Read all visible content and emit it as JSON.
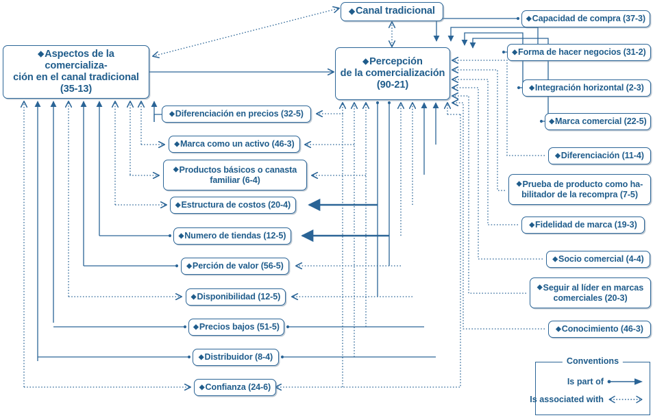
{
  "diagram": {
    "title": "Percepción de la comercialización — mapa conceptual",
    "colors": {
      "node_border": "#2A6496",
      "text": "#1F5C8B",
      "solid_edge": "#2A6496",
      "dotted_edge": "#2A6496",
      "shadow": "#8FA3B5",
      "background": "#FFFFFF"
    },
    "bullet": "♦"
  },
  "nodes": {
    "aspectos": {
      "label": "Aspectos de la comercializa-\nción en el canal tradicional\n(35-13)",
      "code": "35-13"
    },
    "canal_tradicional": {
      "label": "Canal tradicional",
      "code": ""
    },
    "percepcion": {
      "label": "Percepción\nde la comercialización\n(90-21)",
      "code": "90-21"
    },
    "left_column": [
      {
        "label": "Diferenciación en precios (32-5)",
        "code": "32-5"
      },
      {
        "label": "Marca como un activo (46-3)",
        "code": "46-3"
      },
      {
        "label": "Productos básicos o canasta\nfamiliar (6-4)",
        "code": "6-4"
      },
      {
        "label": "Estructura de costos (20-4)",
        "code": "20-4"
      },
      {
        "label": "Numero de tiendas (12-5)",
        "code": "12-5"
      },
      {
        "label": "Perción de valor (56-5)",
        "code": "56-5"
      },
      {
        "label": "Disponibilidad (12-5)",
        "code": "12-5"
      },
      {
        "label": "Precios bajos (51-5)",
        "code": "51-5"
      },
      {
        "label": "Distribuidor (8-4)",
        "code": "8-4"
      },
      {
        "label": "Confianza (24-6)",
        "code": "24-6"
      }
    ],
    "right_column": [
      {
        "label": "Capacidad de compra (37-3)",
        "code": "37-3"
      },
      {
        "label": "Forma de hacer negocios (31-2)",
        "code": "31-2"
      },
      {
        "label": "Integración horizontal (2-3)",
        "code": "2-3"
      },
      {
        "label": "Marca comercial (22-5)",
        "code": "22-5"
      },
      {
        "label": "Diferenciación (11-4)",
        "code": "11-4"
      },
      {
        "label": "Prueba de producto como ha-\nbilitador de la recompra (7-5)",
        "code": "7-5"
      },
      {
        "label": "Fidelidad de marca (19-3)",
        "code": "19-3"
      },
      {
        "label": "Socio comercial (4-4)",
        "code": "4-4"
      },
      {
        "label": "Seguir al líder en marcas\ncomerciales (20-3)",
        "code": "20-3"
      },
      {
        "label": "Conocimiento (46-3)",
        "code": "46-3"
      }
    ]
  },
  "legend": {
    "title": "Conventions",
    "is_part_of": "Is part of",
    "is_associated_with": "Is associated with"
  }
}
